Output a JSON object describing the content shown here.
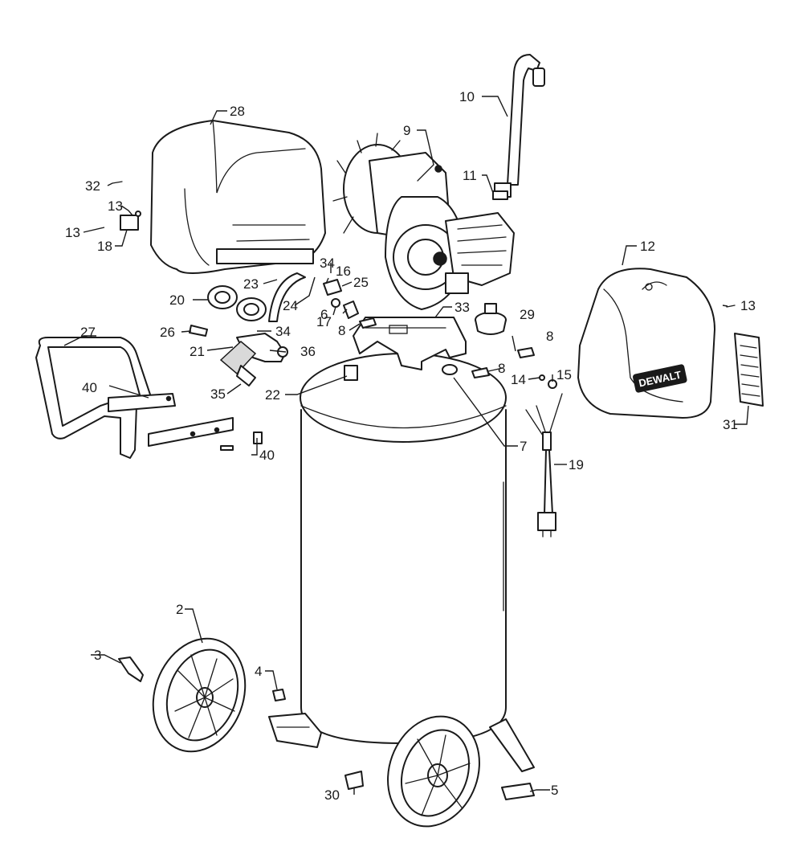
{
  "diagram": {
    "brand_logo": "DEWALT",
    "callouts": [
      {
        "id": "c2",
        "label": "2"
      },
      {
        "id": "c3",
        "label": "3"
      },
      {
        "id": "c4",
        "label": "4"
      },
      {
        "id": "c5",
        "label": "5"
      },
      {
        "id": "c6",
        "label": "6"
      },
      {
        "id": "c7",
        "label": "7"
      },
      {
        "id": "c8a",
        "label": "8"
      },
      {
        "id": "c8b",
        "label": "8"
      },
      {
        "id": "c8c",
        "label": "8"
      },
      {
        "id": "c9",
        "label": "9"
      },
      {
        "id": "c10",
        "label": "10"
      },
      {
        "id": "c11",
        "label": "11"
      },
      {
        "id": "c12",
        "label": "12"
      },
      {
        "id": "c13a",
        "label": "13"
      },
      {
        "id": "c13b",
        "label": "13"
      },
      {
        "id": "c13c",
        "label": "13"
      },
      {
        "id": "c14",
        "label": "14"
      },
      {
        "id": "c15",
        "label": "15"
      },
      {
        "id": "c16",
        "label": "16"
      },
      {
        "id": "c17",
        "label": "17"
      },
      {
        "id": "c18",
        "label": "18"
      },
      {
        "id": "c19",
        "label": "19"
      },
      {
        "id": "c20",
        "label": "20"
      },
      {
        "id": "c21",
        "label": "21"
      },
      {
        "id": "c22",
        "label": "22"
      },
      {
        "id": "c23",
        "label": "23"
      },
      {
        "id": "c24",
        "label": "24"
      },
      {
        "id": "c25",
        "label": "25"
      },
      {
        "id": "c26",
        "label": "26"
      },
      {
        "id": "c27",
        "label": "27"
      },
      {
        "id": "c28",
        "label": "28"
      },
      {
        "id": "c29",
        "label": "29"
      },
      {
        "id": "c30",
        "label": "30"
      },
      {
        "id": "c31",
        "label": "31"
      },
      {
        "id": "c32",
        "label": "32"
      },
      {
        "id": "c33",
        "label": "33"
      },
      {
        "id": "c34a",
        "label": "34"
      },
      {
        "id": "c34b",
        "label": "34"
      },
      {
        "id": "c35",
        "label": "35"
      },
      {
        "id": "c36",
        "label": "36"
      },
      {
        "id": "c40a",
        "label": "40"
      },
      {
        "id": "c40b",
        "label": "40"
      }
    ]
  }
}
